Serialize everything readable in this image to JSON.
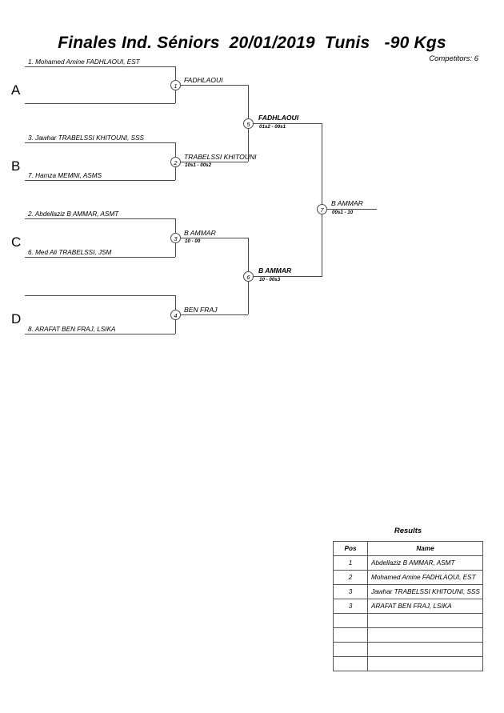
{
  "header": {
    "title": "Finales Ind. Séniors  20/01/2019  Tunis   -90 Kgs",
    "competitors": "Competitors: 6"
  },
  "bracket": {
    "groups": [
      {
        "letter": "A"
      },
      {
        "letter": "B"
      },
      {
        "letter": "C"
      },
      {
        "letter": "D"
      }
    ],
    "entrants": [
      {
        "label": "1. Mohamed Amine FADHLAOUI, EST"
      },
      {
        "label": ""
      },
      {
        "label": "3. Jawhar TRABELSSI KHITOUNI, SSS"
      },
      {
        "label": "7. Hamza MEMNI, ASMS"
      },
      {
        "label": "2. Abdellaziz B AMMAR, ASMT"
      },
      {
        "label": "6. Med Ali TRABELSSI, JSM"
      },
      {
        "label": ""
      },
      {
        "label": "8. ARAFAT BEN FRAJ, LSIKA"
      }
    ],
    "matches": [
      {
        "number": "1",
        "winner": "FADHLAOUI",
        "score": ""
      },
      {
        "number": "2",
        "winner": "TRABELSSI KHITOUNI",
        "score": "10s1 - 00s2"
      },
      {
        "number": "3",
        "winner": "B AMMAR",
        "score": "10 - 00"
      },
      {
        "number": "4",
        "winner": "BEN FRAJ",
        "score": ""
      },
      {
        "number": "5",
        "winner": "FADHLAOUI",
        "score": "01s2 - 00s1"
      },
      {
        "number": "6",
        "winner": "B AMMAR",
        "score": "10 - 00s3"
      },
      {
        "number": "7",
        "winner": "B AMMAR",
        "score": "00s1 - 10"
      }
    ]
  },
  "results": {
    "title": "Results",
    "columns": [
      "Pos",
      "Name"
    ],
    "rows": [
      {
        "pos": "1",
        "name": "Abdellaziz B AMMAR, ASMT"
      },
      {
        "pos": "2",
        "name": "Mohamed Amine FADHLAOUI, EST"
      },
      {
        "pos": "3",
        "name": "Jawhar TRABELSSI KHITOUNI, SSS"
      },
      {
        "pos": "3",
        "name": "ARAFAT BEN FRAJ, LSIKA"
      },
      {
        "pos": "",
        "name": ""
      },
      {
        "pos": "",
        "name": ""
      },
      {
        "pos": "",
        "name": ""
      },
      {
        "pos": "",
        "name": ""
      }
    ]
  }
}
